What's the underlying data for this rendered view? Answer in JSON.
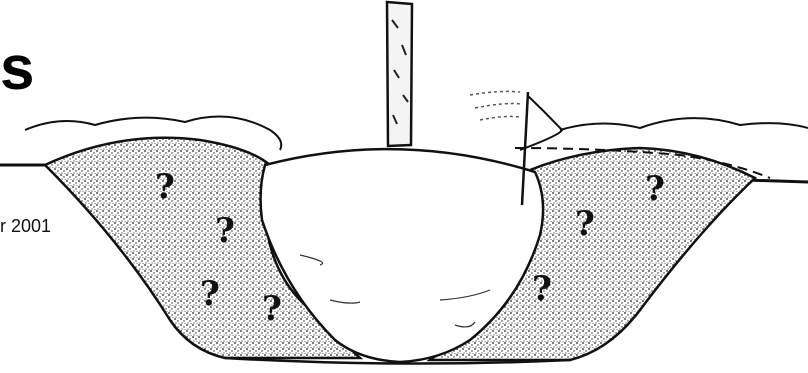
{
  "title_fragment": "s",
  "date_fragment": "r 2001",
  "illustration": {
    "subject": "tree-planting-hole-cross-section",
    "question_mark": "?"
  },
  "colors": {
    "ink": "#111111",
    "soil": "#d8d8d8",
    "background": "#ffffff"
  }
}
